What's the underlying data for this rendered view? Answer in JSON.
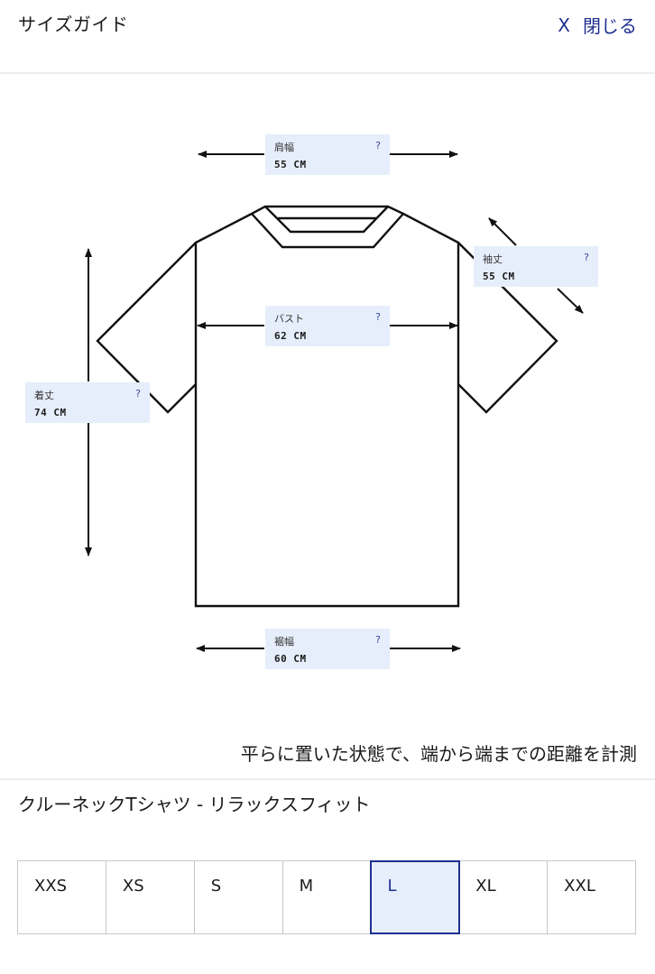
{
  "header": {
    "title": "サイズガイド",
    "close_icon": "X",
    "close_label": "閉じる"
  },
  "measurements": {
    "shoulder": {
      "name": "肩幅",
      "help": "?",
      "value": "55 CM"
    },
    "sleeve": {
      "name": "袖丈",
      "help": "?",
      "value": "55 CM"
    },
    "bust": {
      "name": "バスト",
      "help": "?",
      "value": "62 CM"
    },
    "length": {
      "name": "着丈",
      "help": "?",
      "value": "74 CM"
    },
    "hem": {
      "name": "裾幅",
      "help": "?",
      "value": "60 CM"
    }
  },
  "note": "平らに置いた状態で、端から端までの距離を計測",
  "product": "クルーネックTシャツ - リラックスフィット",
  "sizes": {
    "options": [
      "XXS",
      "XS",
      "S",
      "M",
      "L",
      "XL",
      "XXL"
    ],
    "selected": "L"
  },
  "colors": {
    "accent": "#1f2f8f",
    "label_bg": "#e6eefb",
    "divider": "#ededed"
  }
}
